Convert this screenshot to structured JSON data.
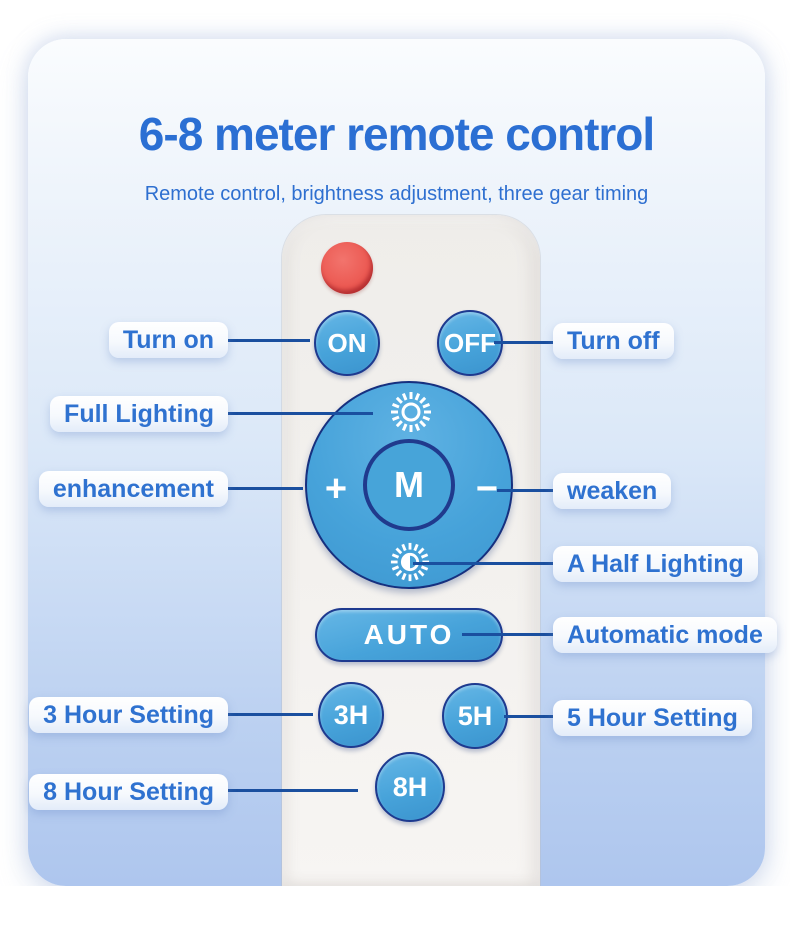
{
  "header": {
    "title": "6-8 meter remote control",
    "subtitle": "Remote control, brightness adjustment, three gear timing"
  },
  "remote": {
    "buttons": {
      "on": "ON",
      "off": "OFF",
      "plus": "+",
      "mode": "M",
      "minus": "−",
      "auto": "AUTO",
      "hour3": "3H",
      "hour5": "5H",
      "hour8": "8H"
    }
  },
  "annotations": {
    "turn_on": "Turn on",
    "turn_off": "Turn off",
    "full_lighting": "Full Lighting",
    "enhancement": "enhancement",
    "weaken": "weaken",
    "half_lighting": "A Half Lighting",
    "automatic_mode": "Automatic mode",
    "hour3_setting": "3 Hour Setting",
    "hour5_setting": "5 Hour Setting",
    "hour8_setting": "8 Hour Setting"
  },
  "colors": {
    "accent_blue": "#2b6fd3",
    "label_text_blue": "#2f72d0",
    "connector_blue": "#1a4f9f",
    "button_blue": "#47a3da",
    "button_outline_navy": "#1e3a8f",
    "led_red": "#ec5b54",
    "card_bottom_blue": "#aec6ee"
  }
}
